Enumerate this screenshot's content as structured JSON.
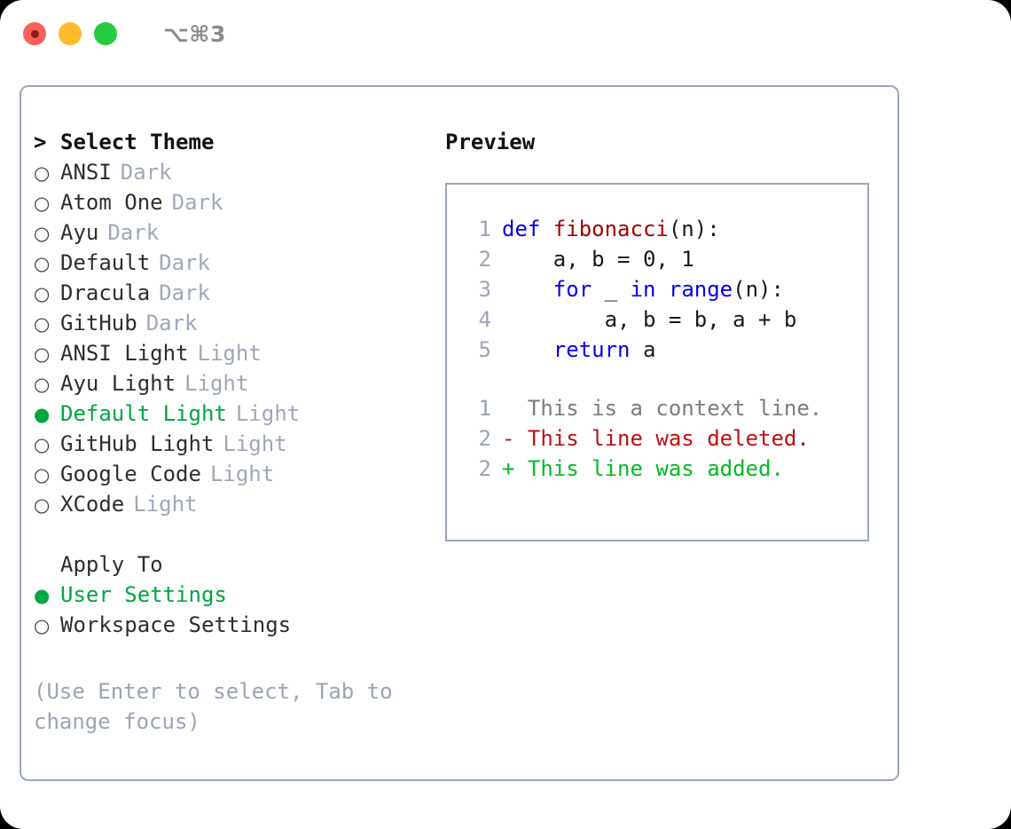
{
  "titlebar": {
    "shortcut": "⌥⌘3",
    "dots": [
      {
        "name": "close",
        "color": "#fb5f56"
      },
      {
        "name": "minimize",
        "color": "#fcbc2d"
      },
      {
        "name": "maximize",
        "color": "#25cc3f"
      }
    ]
  },
  "theme_panel": {
    "header_marker": ">",
    "header_label": "Select Theme",
    "marker_unselected": "○",
    "marker_selected": "●",
    "items": [
      {
        "label": "ANSI",
        "suffix": "Dark",
        "selected": false
      },
      {
        "label": "Atom One",
        "suffix": "Dark",
        "selected": false
      },
      {
        "label": "Ayu",
        "suffix": "Dark",
        "selected": false
      },
      {
        "label": "Default",
        "suffix": "Dark",
        "selected": false
      },
      {
        "label": "Dracula",
        "suffix": "Dark",
        "selected": false
      },
      {
        "label": "GitHub",
        "suffix": "Dark",
        "selected": false
      },
      {
        "label": "ANSI Light",
        "suffix": "Light",
        "selected": false
      },
      {
        "label": "Ayu Light",
        "suffix": "Light",
        "selected": false
      },
      {
        "label": "Default Light",
        "suffix": "Light",
        "selected": true
      },
      {
        "label": "GitHub Light",
        "suffix": "Light",
        "selected": false
      },
      {
        "label": "Google Code",
        "suffix": "Light",
        "selected": false
      },
      {
        "label": "XCode",
        "suffix": "Light",
        "selected": false
      }
    ]
  },
  "apply_to": {
    "header_label": "Apply To",
    "options": [
      {
        "label": "User Settings",
        "selected": true
      },
      {
        "label": "Workspace Settings",
        "selected": false
      }
    ]
  },
  "hint": "(Use Enter to select, Tab to change focus)",
  "preview": {
    "title": "Preview",
    "code_lines": [
      {
        "number": "1",
        "tokens": [
          {
            "text": "def ",
            "type": "kw"
          },
          {
            "text": "fibonacci",
            "type": "fn"
          },
          {
            "text": "(n):",
            "type": "plain"
          }
        ]
      },
      {
        "number": "2",
        "tokens": [
          {
            "text": "    a, b = 0, 1",
            "type": "plain"
          }
        ]
      },
      {
        "number": "3",
        "tokens": [
          {
            "text": "    ",
            "type": "plain"
          },
          {
            "text": "for",
            "type": "kw"
          },
          {
            "text": " _ ",
            "type": "plain"
          },
          {
            "text": "in",
            "type": "kw"
          },
          {
            "text": " ",
            "type": "plain"
          },
          {
            "text": "range",
            "type": "kw"
          },
          {
            "text": "(n):",
            "type": "plain"
          }
        ]
      },
      {
        "number": "4",
        "tokens": [
          {
            "text": "        a, b = b, a + b",
            "type": "plain"
          }
        ]
      },
      {
        "number": "5",
        "tokens": [
          {
            "text": "    ",
            "type": "plain"
          },
          {
            "text": "return",
            "type": "kw"
          },
          {
            "text": " a",
            "type": "plain"
          }
        ]
      }
    ],
    "diff_lines": [
      {
        "number": "1",
        "sign": " ",
        "text": "This is a context line.",
        "kind": "context"
      },
      {
        "number": "2",
        "sign": "-",
        "text": "This line was deleted.",
        "kind": "deleted"
      },
      {
        "number": "2",
        "sign": "+",
        "text": "This line was added.",
        "kind": "added"
      }
    ]
  },
  "colors": {
    "accent_green": "#00a63f",
    "muted": "#9fa8b8",
    "keyword_blue": "#0000ee",
    "function_red": "#a30000",
    "diff_deleted": "#bb1111",
    "diff_added": "#00bb22",
    "panel_border": "#9aa8b8"
  }
}
